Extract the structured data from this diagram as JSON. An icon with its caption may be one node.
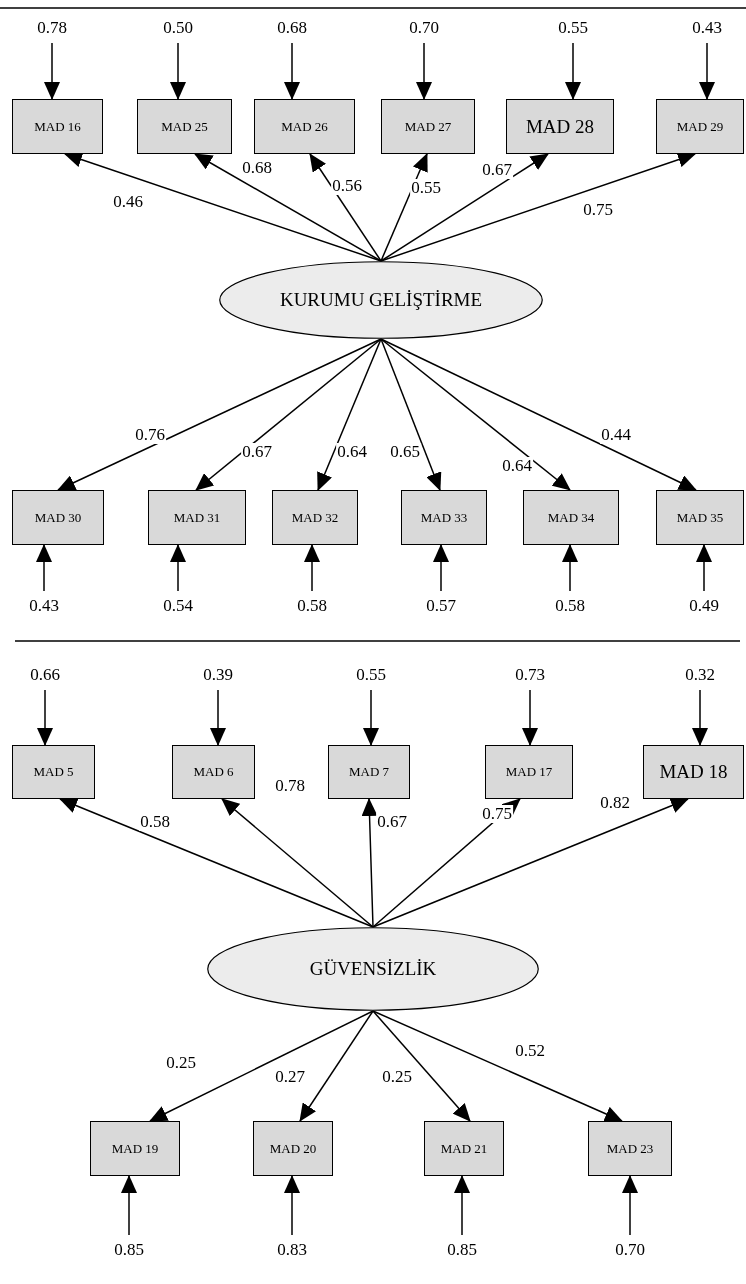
{
  "diagram": {
    "nodes": [
      {
        "text": [
          "0.78"
        ]
      },
      {
        "text": [
          "0.50"
        ]
      },
      {
        "text": [
          "0.68"
        ]
      },
      {
        "text": [
          "0.70"
        ]
      },
      {
        "text": [
          "0.55"
        ]
      },
      {
        "text": [
          "0.43"
        ]
      },
      {
        "text": [
          "MAD 16"
        ]
      },
      {
        "text": [
          "MAD 25"
        ]
      },
      {
        "text": [
          "MAD 26"
        ]
      },
      {
        "text": [
          "MAD 27"
        ]
      },
      {
        "text": [
          "MAD 28"
        ]
      },
      {
        "text": [
          "MAD 29"
        ]
      },
      {
        "text": [
          "KURUMU GELİŞTİRME"
        ]
      },
      {
        "text": [
          "MAD 30"
        ]
      },
      {
        "text": [
          "MAD 31"
        ]
      },
      {
        "text": [
          "MAD 32"
        ]
      },
      {
        "text": [
          "MAD 33"
        ]
      },
      {
        "text": [
          "MAD 34"
        ]
      },
      {
        "text": [
          "MAD 35"
        ]
      },
      {
        "text": [
          "0.43"
        ]
      },
      {
        "text": [
          "0.54"
        ]
      },
      {
        "text": [
          "0.58"
        ]
      },
      {
        "text": [
          "0.57"
        ]
      },
      {
        "text": [
          "0.58"
        ]
      },
      {
        "text": [
          "0.49"
        ]
      },
      {
        "text": [
          "0.66"
        ]
      },
      {
        "text": [
          "0.39"
        ]
      },
      {
        "text": [
          "0.55"
        ]
      },
      {
        "text": [
          "0.73"
        ]
      },
      {
        "text": [
          "0.32"
        ]
      },
      {
        "text": [
          "MAD 5"
        ]
      },
      {
        "text": [
          "MAD 6"
        ]
      },
      {
        "text": [
          "MAD 7"
        ]
      },
      {
        "text": [
          "MAD 17"
        ]
      },
      {
        "text": [
          "MAD 18"
        ]
      },
      {
        "text": [
          "GÜVENSİZLİK"
        ]
      },
      {
        "text": [
          "MAD 19"
        ]
      },
      {
        "text": [
          "MAD 20"
        ]
      },
      {
        "text": [
          "MAD 21"
        ]
      },
      {
        "text": [
          "MAD 23"
        ]
      },
      {
        "text": [
          "0.85"
        ]
      },
      {
        "text": [
          "0.83"
        ]
      },
      {
        "text": [
          "0.85"
        ]
      },
      {
        "text": [
          "0.70"
        ]
      }
    ],
    "edges": [
      {
        "from": 0,
        "to": 6,
        "arrow": "to"
      },
      {
        "from": 1,
        "to": 7,
        "arrow": "to"
      },
      {
        "from": 2,
        "to": 8,
        "arrow": "to"
      },
      {
        "from": 3,
        "to": 9,
        "arrow": "to"
      },
      {
        "from": 4,
        "to": 10,
        "arrow": "to"
      },
      {
        "from": 5,
        "to": 11,
        "arrow": "to"
      },
      {
        "from": 12,
        "to": 6,
        "arrow": "to",
        "label": "0.46"
      },
      {
        "from": 12,
        "to": 7,
        "arrow": "to",
        "label": "0.68"
      },
      {
        "from": 12,
        "to": 8,
        "arrow": "to",
        "label": "0.56"
      },
      {
        "from": 12,
        "to": 9,
        "arrow": "to",
        "label": "0.55"
      },
      {
        "from": 12,
        "to": 10,
        "arrow": "to",
        "label": "0.67"
      },
      {
        "from": 12,
        "to": 11,
        "arrow": "to",
        "label": "0.75"
      },
      {
        "from": 12,
        "to": 13,
        "arrow": "to",
        "label": "0.76"
      },
      {
        "from": 12,
        "to": 14,
        "arrow": "to",
        "label": "0.67"
      },
      {
        "from": 12,
        "to": 15,
        "arrow": "to",
        "label": "0.64"
      },
      {
        "from": 12,
        "to": 16,
        "arrow": "to",
        "label": "0.65"
      },
      {
        "from": 12,
        "to": 17,
        "arrow": "to",
        "label": "0.64"
      },
      {
        "from": 12,
        "to": 18,
        "arrow": "to",
        "label": "0.44"
      },
      {
        "from": 19,
        "to": 13,
        "arrow": "to"
      },
      {
        "from": 20,
        "to": 14,
        "arrow": "to"
      },
      {
        "from": 21,
        "to": 15,
        "arrow": "to"
      },
      {
        "from": 22,
        "to": 16,
        "arrow": "to"
      },
      {
        "from": 23,
        "to": 17,
        "arrow": "to"
      },
      {
        "from": 24,
        "to": 18,
        "arrow": "to"
      },
      {
        "from": 25,
        "to": 30,
        "arrow": "to"
      },
      {
        "from": 26,
        "to": 31,
        "arrow": "to"
      },
      {
        "from": 27,
        "to": 32,
        "arrow": "to"
      },
      {
        "from": 28,
        "to": 33,
        "arrow": "to"
      },
      {
        "from": 29,
        "to": 34,
        "arrow": "to"
      },
      {
        "from": 35,
        "to": 30,
        "arrow": "to",
        "label": "0.58"
      },
      {
        "from": 35,
        "to": 31,
        "arrow": "to",
        "label": "0.78"
      },
      {
        "from": 35,
        "to": 32,
        "arrow": "to",
        "label": "0.67"
      },
      {
        "from": 35,
        "to": 33,
        "arrow": "to",
        "label": "0.75"
      },
      {
        "from": 35,
        "to": 34,
        "arrow": "to",
        "label": "0.82"
      },
      {
        "from": 35,
        "to": 36,
        "arrow": "to",
        "label": "0.25"
      },
      {
        "from": 35,
        "to": 37,
        "arrow": "to",
        "label": "0.27"
      },
      {
        "from": 35,
        "to": 38,
        "arrow": "to",
        "label": "0.25"
      },
      {
        "from": 35,
        "to": 39,
        "arrow": "to",
        "label": "0.52"
      },
      {
        "from": 40,
        "to": 36,
        "arrow": "to"
      },
      {
        "from": 41,
        "to": 37,
        "arrow": "to"
      },
      {
        "from": 42,
        "to": 38,
        "arrow": "to"
      },
      {
        "from": 43,
        "to": 39,
        "arrow": "to"
      }
    ]
  }
}
